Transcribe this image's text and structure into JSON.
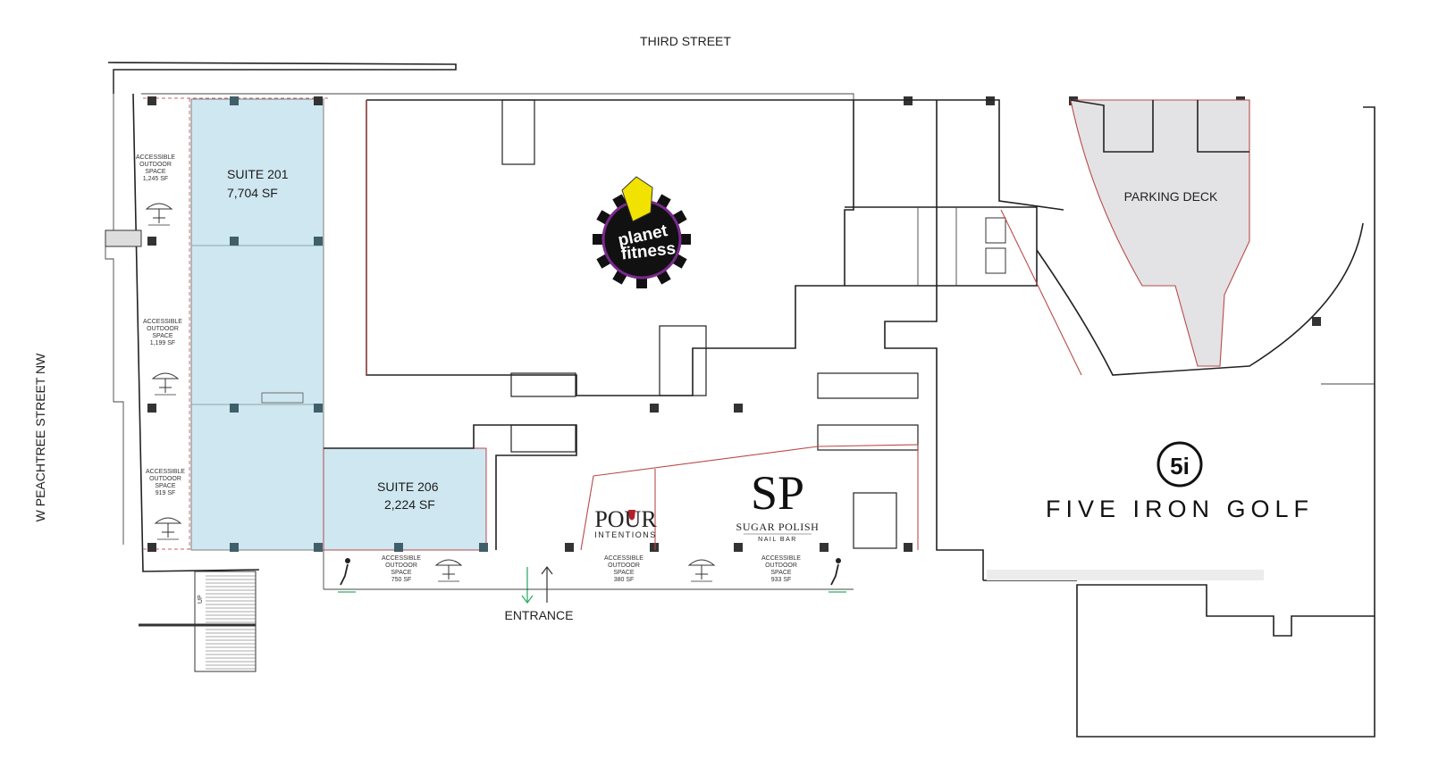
{
  "streets": {
    "top": "THIRD STREET",
    "left": "W PEACHTREE STREET NW"
  },
  "suites": [
    {
      "name": "SUITE 201",
      "area": "7,704 SF"
    },
    {
      "name": "SUITE 206",
      "area": "2,224 SF"
    }
  ],
  "outdoor_spaces": [
    {
      "line1": "ACCESSIBLE",
      "line2": "OUTDOOR",
      "line3": "SPACE",
      "area": "1,245 SF"
    },
    {
      "line1": "ACCESSIBLE",
      "line2": "OUTDOOR",
      "line3": "SPACE",
      "area": "1,199 SF"
    },
    {
      "line1": "ACCESSIBLE",
      "line2": "OUTDOOR",
      "line3": "SPACE",
      "area": "919 SF"
    },
    {
      "line1": "ACCESSIBLE",
      "line2": "OUTDOOR",
      "line3": "SPACE",
      "area": "750 SF"
    },
    {
      "line1": "ACCESSIBLE",
      "line2": "OUTDOOR",
      "line3": "SPACE",
      "area": "380 SF"
    },
    {
      "line1": "ACCESSIBLE",
      "line2": "OUTDOOR",
      "line3": "SPACE",
      "area": "933 SF"
    }
  ],
  "parking": "PARKING DECK",
  "entrance": "ENTRANCE",
  "stair_up": "UP",
  "tenants": {
    "planet_fitness": {
      "line1": "planet",
      "line2": "fitness"
    },
    "pour": {
      "word": "POUR",
      "sub": "INTENTIONS"
    },
    "sugar_polish": {
      "mono": "SP",
      "name": "SUGAR POLISH",
      "sub": "NAIL BAR"
    },
    "five_iron": {
      "mono": "5i",
      "name": "FIVE IRON GOLF"
    }
  },
  "colors": {
    "suite_fill": "#cfe7f0",
    "parking_fill": "#e3e3e5",
    "planet_purple": "#7a2a8c",
    "planet_yellow": "#f2e200",
    "wine_red": "#b3202a",
    "walk_green": "#2fae6e"
  }
}
